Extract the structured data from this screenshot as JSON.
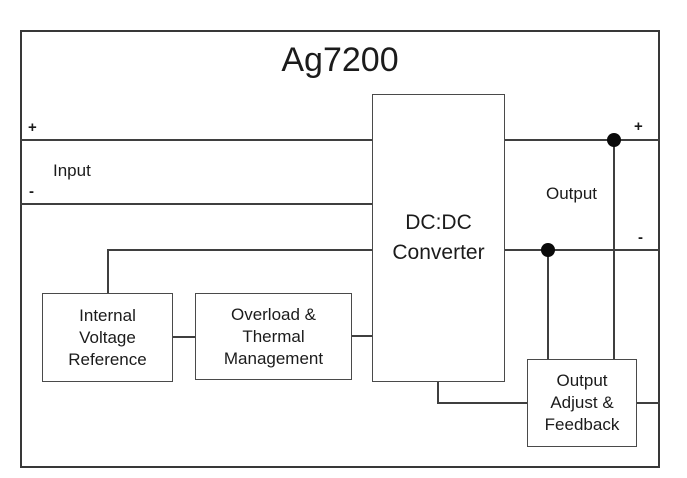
{
  "diagram": {
    "title": "Ag7200",
    "io_labels": {
      "input_plus": "+",
      "input_minus": "-",
      "input": "Input",
      "output": "Output",
      "output_plus": "+",
      "output_minus": "-"
    },
    "blocks": {
      "dcdc": {
        "lines": [
          "DC:DC",
          "Converter"
        ]
      },
      "internal_voltage_reference": {
        "lines": [
          "Internal",
          "Voltage",
          "Reference"
        ]
      },
      "overload_thermal_management": {
        "lines": [
          "Overload &",
          "Thermal",
          "Management"
        ]
      },
      "output_adjust_feedback": {
        "lines": [
          "Output",
          "Adjust &",
          "Feedback"
        ]
      }
    },
    "colors": {
      "line": "#3f3f3f",
      "box_border": "#4a4a4a",
      "text": "#1b1b1b",
      "background": "#ffffff"
    }
  }
}
